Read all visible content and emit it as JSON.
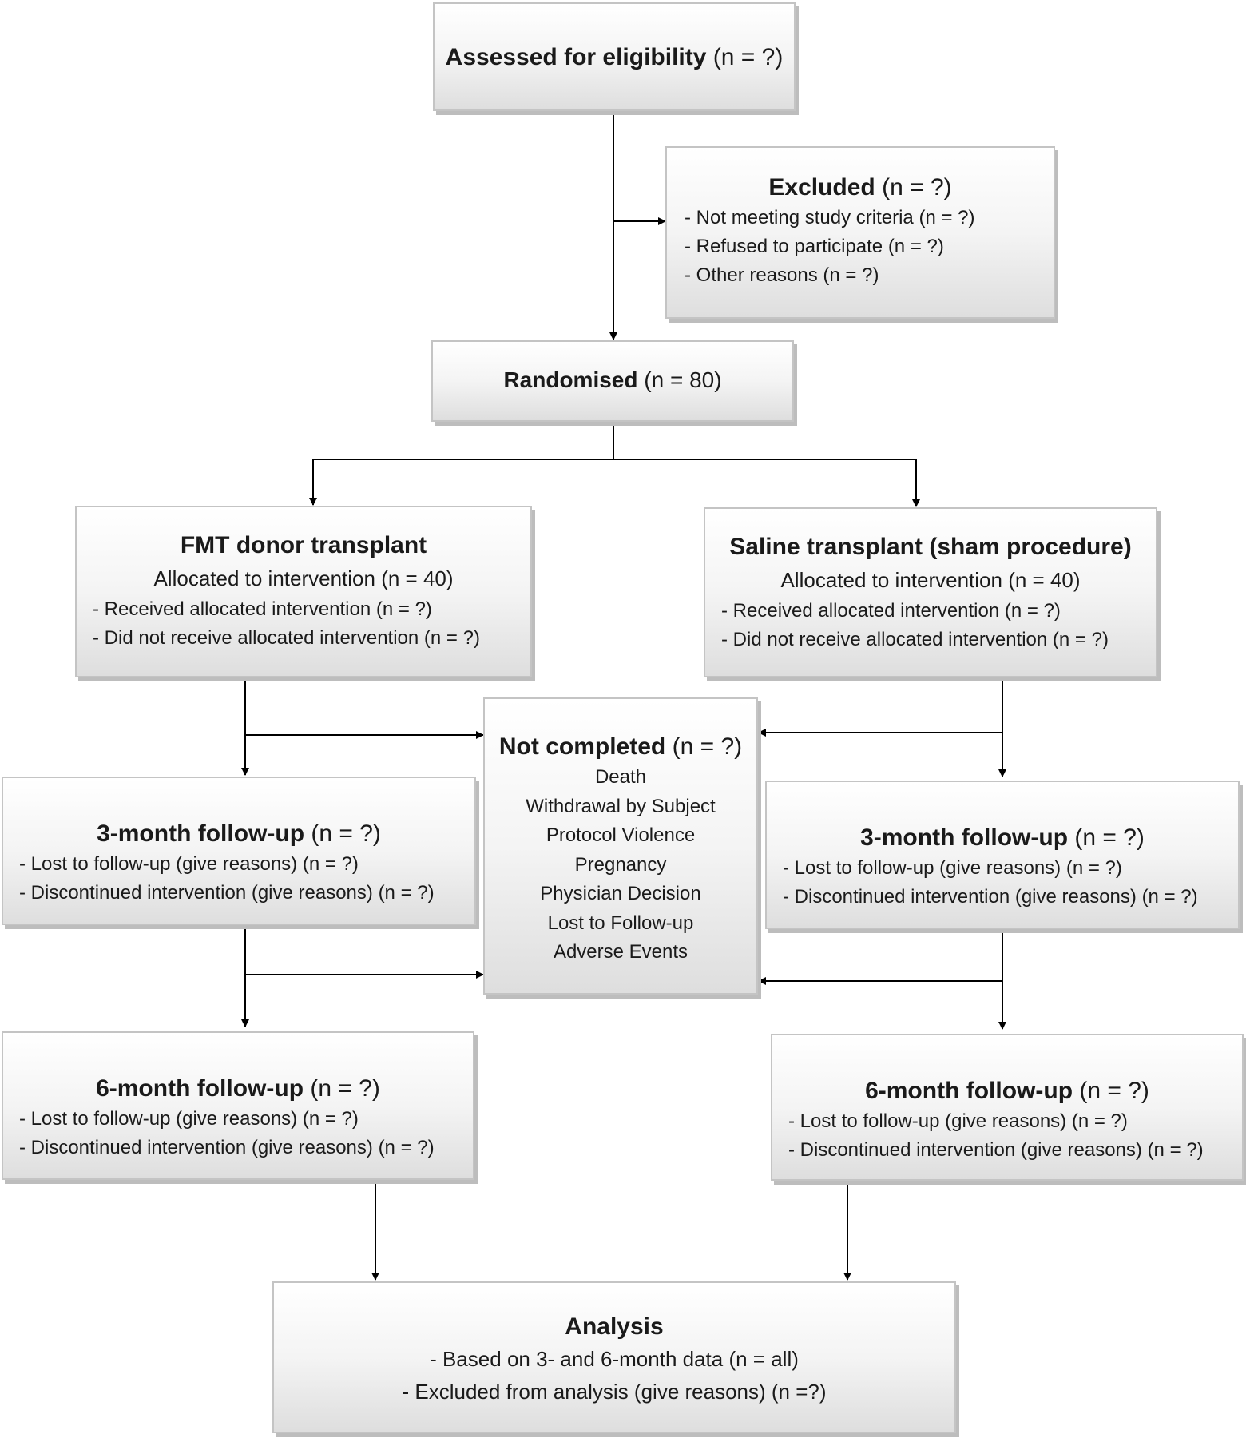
{
  "assessed": {
    "title": "Assessed for eligibility",
    "count": "(n = ?)"
  },
  "excluded": {
    "title": "Excluded",
    "count": "(n = ?)",
    "items": [
      "Not meeting study criteria (n = ?)",
      "Refused to participate (n = ?)",
      "Other reasons (n = ?)"
    ]
  },
  "randomised": {
    "title": "Randomised",
    "count": "(n = 80)"
  },
  "fmt": {
    "title": "FMT donor transplant",
    "allocated": "Allocated to intervention (n = 40)",
    "items": [
      "Received allocated intervention (n = ?)",
      "Did not receive allocated intervention (n = ?)"
    ]
  },
  "saline": {
    "title": "Saline transplant (sham procedure)",
    "allocated": "Allocated to intervention (n = 40)",
    "items": [
      "Received allocated intervention (n = ?)",
      "Did not receive allocated intervention (n = ?)"
    ]
  },
  "not_completed": {
    "title": "Not completed",
    "count": "(n = ?)",
    "items": [
      "Death",
      "Withdrawal by Subject",
      "Protocol Violence",
      "Pregnancy",
      "Physician Decision",
      "Lost to Follow-up",
      "Adverse Events"
    ]
  },
  "left_3m": {
    "title": "3-month follow-up",
    "count": "(n = ?)",
    "items": [
      "Lost to follow-up (give reasons) (n = ?)",
      "Discontinued intervention (give reasons) (n = ?)"
    ]
  },
  "right_3m": {
    "title": "3-month follow-up",
    "count": "(n = ?)",
    "items": [
      "Lost to follow-up (give reasons) (n = ?)",
      "Discontinued intervention (give reasons) (n = ?)"
    ]
  },
  "left_6m": {
    "title": "6-month follow-up",
    "count": "(n = ?)",
    "items": [
      "Lost to follow-up (give reasons) (n = ?)",
      "Discontinued intervention (give reasons) (n = ?)"
    ]
  },
  "right_6m": {
    "title": "6-month follow-up",
    "count": "(n = ?)",
    "items": [
      "Lost to follow-up (give reasons) (n = ?)",
      "Discontinued intervention (give reasons) (n = ?)"
    ]
  },
  "analysis": {
    "title": "Analysis",
    "items": [
      "Based on 3- and 6-month data (n = all)",
      "Excluded from analysis (give reasons) (n =?)"
    ]
  },
  "colors": {
    "border": "#c4c4c4",
    "line": "#000000"
  }
}
